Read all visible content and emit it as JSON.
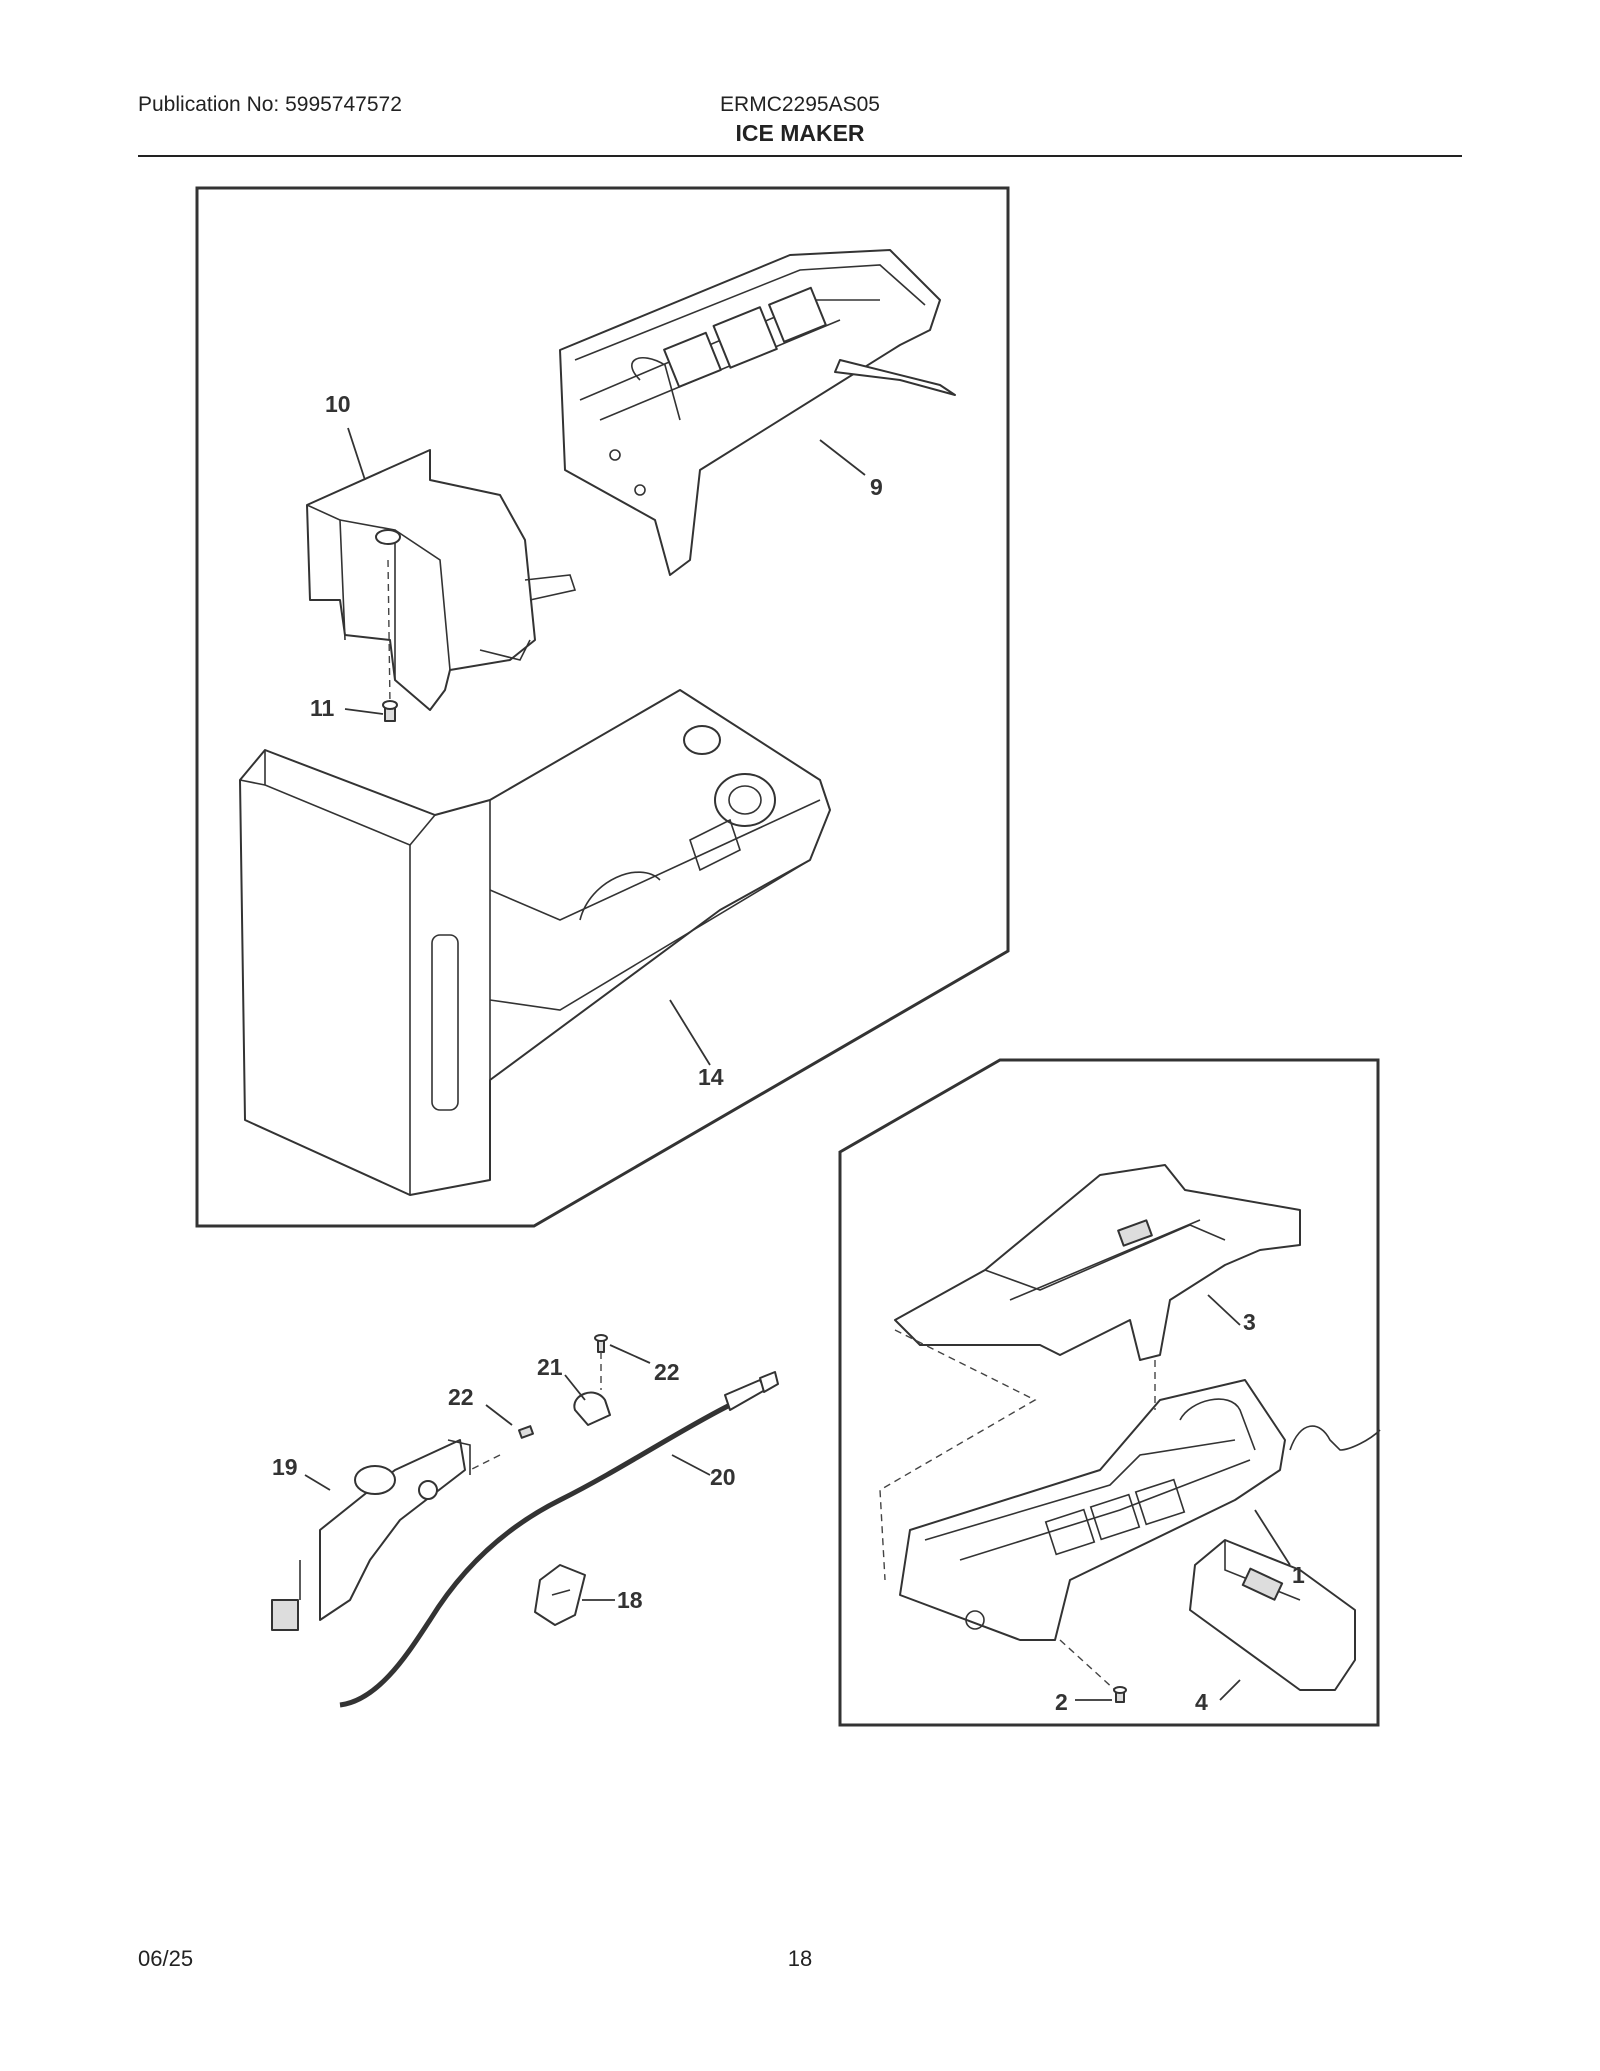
{
  "header": {
    "publication": "Publication No: 5995747572",
    "model": "ERMC2295AS05",
    "title": "ICE MAKER"
  },
  "footer": {
    "date": "06/25",
    "page": "18"
  },
  "callouts": {
    "p1": "1",
    "p2": "2",
    "p3": "3",
    "p4": "4",
    "p9": "9",
    "p10": "10",
    "p11": "11",
    "p14": "14",
    "p18": "18",
    "p19": "19",
    "p20": "20",
    "p21": "21",
    "p22a": "22",
    "p22b": "22"
  }
}
